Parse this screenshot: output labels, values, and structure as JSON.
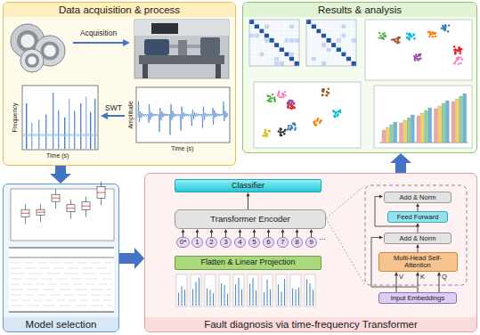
{
  "diagram": {
    "nodes": [
      {
        "text": [
          "Data acquisition & process"
        ]
      },
      {
        "text": [
          "Results & analysis"
        ]
      },
      {
        "text": [
          "Model selection"
        ]
      },
      {
        "text": [
          "Fault diagnosis via time-frequency Transformer"
        ]
      },
      {
        "text": [
          "Classifier"
        ],
        "in": 3
      },
      {
        "text": [
          "Transformer Encoder"
        ],
        "in": 3
      },
      {
        "text": [
          "0*"
        ],
        "in": 3
      },
      {
        "text": [
          "1"
        ],
        "in": 3
      },
      {
        "text": [
          "2"
        ],
        "in": 3
      },
      {
        "text": [
          "3"
        ],
        "in": 3
      },
      {
        "text": [
          "4"
        ],
        "in": 3
      },
      {
        "text": [
          "5"
        ],
        "in": 3
      },
      {
        "text": [
          "6"
        ],
        "in": 3
      },
      {
        "text": [
          "7"
        ],
        "in": 3
      },
      {
        "text": [
          "8"
        ],
        "in": 3
      },
      {
        "text": [
          "9"
        ],
        "in": 3
      },
      {
        "text": [
          "Flatten & Linear Projection"
        ],
        "in": 3
      },
      {
        "text": [
          "Add & Norm"
        ],
        "in": 3
      },
      {
        "text": [
          "Feed Forward"
        ],
        "in": 3
      },
      {
        "text": [
          "Add & Norm"
        ],
        "in": 3
      },
      {
        "text": [
          "Multi-Head Self-Attention"
        ],
        "in": 3
      },
      {
        "text": [
          "Input Embeddings"
        ],
        "in": 3
      }
    ],
    "edges": [
      {
        "from": 0,
        "to": 2,
        "arrow": "to"
      },
      {
        "from": 2,
        "to": 3,
        "arrow": "to"
      },
      {
        "from": 3,
        "to": 1,
        "arrow": "to"
      },
      {
        "from": 6,
        "to": 5,
        "arrow": "to"
      },
      {
        "from": 7,
        "to": 5,
        "arrow": "to"
      },
      {
        "from": 8,
        "to": 5,
        "arrow": "to"
      },
      {
        "from": 9,
        "to": 5,
        "arrow": "to"
      },
      {
        "from": 10,
        "to": 5,
        "arrow": "to"
      },
      {
        "from": 11,
        "to": 5,
        "arrow": "to"
      },
      {
        "from": 12,
        "to": 5,
        "arrow": "to"
      },
      {
        "from": 13,
        "to": 5,
        "arrow": "to"
      },
      {
        "from": 14,
        "to": 5,
        "arrow": "to"
      },
      {
        "from": 15,
        "to": 5,
        "arrow": "to"
      },
      {
        "from": 5,
        "to": 4,
        "arrow": "to"
      },
      {
        "from": 21,
        "to": 20,
        "arrow": "to"
      },
      {
        "from": 20,
        "to": 19,
        "arrow": "to"
      },
      {
        "from": 19,
        "to": 18,
        "arrow": "to"
      },
      {
        "from": 18,
        "to": 17,
        "arrow": "to"
      }
    ],
    "labels": [
      "Acquisition",
      "SWT",
      "Frequency",
      "Time (s)",
      "Amplitude",
      "Time (s)",
      "V",
      "K",
      "Q",
      "..."
    ]
  }
}
